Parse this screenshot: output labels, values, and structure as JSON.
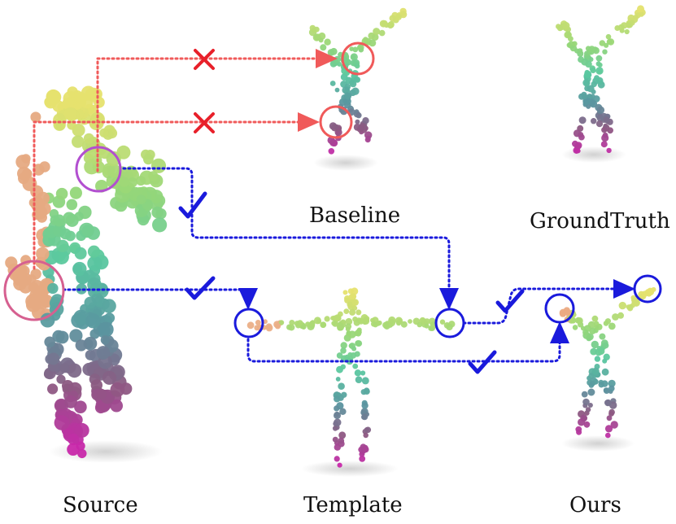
{
  "labels": {
    "baseline": "Baseline",
    "ground_truth": "GroundTruth",
    "source": "Source",
    "template": "Template",
    "ours": "Ours"
  },
  "colors": {
    "wrong_arrow": "#f05a5a",
    "correct_arrow": "#1a1adc",
    "cross_mark": "#e8202a",
    "check_mark": "#1a1adc",
    "source_circle": "#c050c8"
  }
}
